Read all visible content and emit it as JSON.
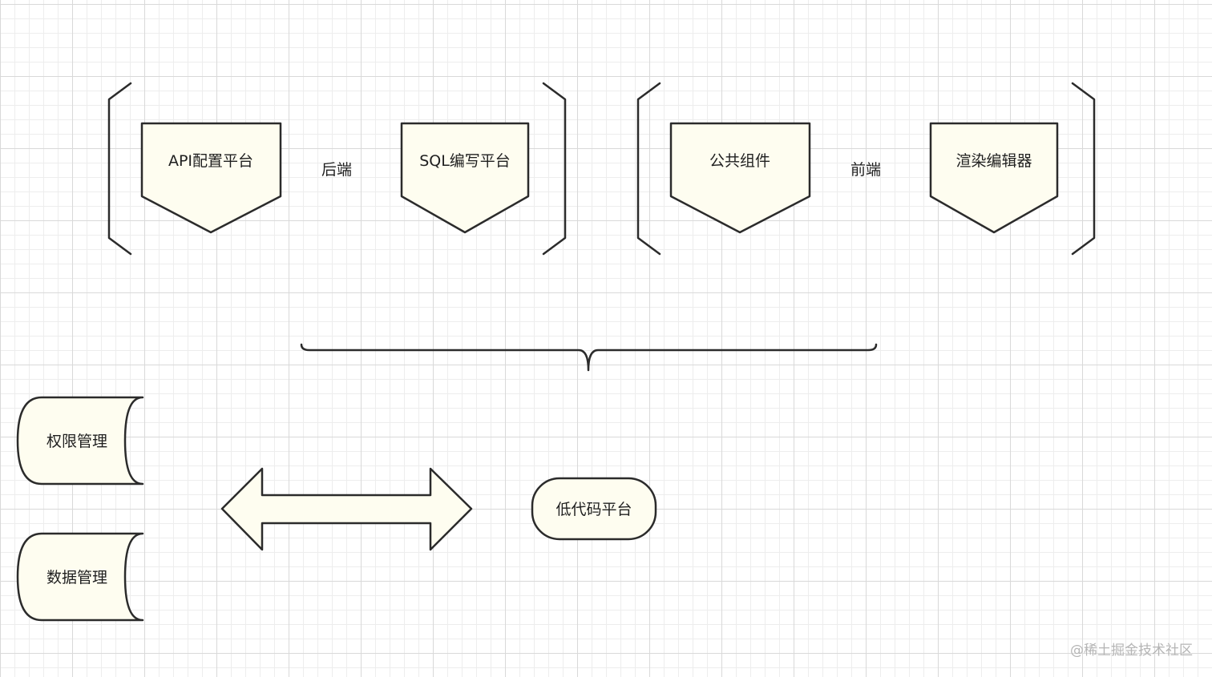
{
  "diagram": {
    "backend": {
      "label": "后端",
      "items": [
        "API配置平台",
        "SQL编写平台"
      ]
    },
    "frontend": {
      "label": "前端",
      "items": [
        "公共组件",
        "渲染编辑器"
      ]
    },
    "core": {
      "label": "低代码平台"
    },
    "modules": [
      "权限管理",
      "数据管理"
    ]
  },
  "watermark": "@稀土掘金技术社区",
  "colors": {
    "shape_fill": "#fefdf0",
    "stroke": "#2b2b2b",
    "grid_major": "#d9d9d9",
    "grid_minor": "#ededed"
  }
}
